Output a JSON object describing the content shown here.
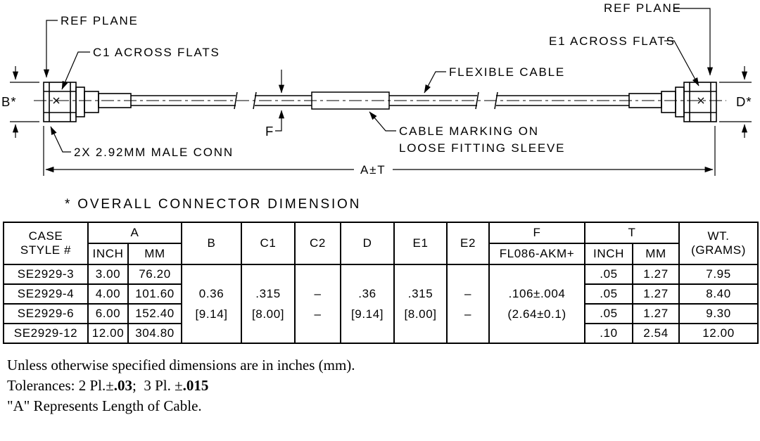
{
  "drawing": {
    "labels": {
      "ref_plane_left": "REF PLANE",
      "ref_plane_right": "REF PLANE",
      "c1_across_flats": "C1 ACROSS FLATS",
      "e1_across_flats": "E1 ACROSS FLATS",
      "flexible_cable": "FLEXIBLE CABLE",
      "cable_marking_line1": "CABLE MARKING ON",
      "cable_marking_line2": "LOOSE FITTING SLEEVE",
      "connector": "2X 2.92MM MALE CONN",
      "dim_b": "B*",
      "dim_d": "D*",
      "dim_f": "F",
      "dim_a": "A±T",
      "footnote": "* OVERALL CONNECTOR DIMENSION"
    }
  },
  "table": {
    "headers": {
      "case_line1": "CASE",
      "case_line2": "STYLE #",
      "a": "A",
      "a_inch": "INCH",
      "a_mm": "MM",
      "b": "B",
      "c1": "C1",
      "c2": "C2",
      "d": "D",
      "e1": "E1",
      "e2": "E2",
      "f": "F",
      "f_sub": "FL086-AKM+",
      "t": "T",
      "t_inch": "INCH",
      "t_mm": "MM",
      "wt_line1": "WT.",
      "wt_line2": "(GRAMS)"
    },
    "rows": [
      {
        "case_style": "SE2929-3",
        "a_inch": "3.00",
        "a_mm": "76.20",
        "t_inch": ".05",
        "t_mm": "1.27",
        "wt": "7.95"
      },
      {
        "case_style": "SE2929-4",
        "a_inch": "4.00",
        "a_mm": "101.60",
        "t_inch": ".05",
        "t_mm": "1.27",
        "wt": "8.40"
      },
      {
        "case_style": "SE2929-6",
        "a_inch": "6.00",
        "a_mm": "152.40",
        "t_inch": ".05",
        "t_mm": "1.27",
        "wt": "9.30"
      },
      {
        "case_style": "SE2929-12",
        "a_inch": "12.00",
        "a_mm": "304.80",
        "t_inch": ".10",
        "t_mm": "2.54",
        "wt": "12.00"
      }
    ],
    "merged": {
      "b": [
        "0.36",
        "[9.14]"
      ],
      "c1": [
        ".315",
        "[8.00]"
      ],
      "c2": [
        "–",
        "–"
      ],
      "d": [
        ".36",
        "[9.14]"
      ],
      "e1": [
        ".315",
        "[8.00]"
      ],
      "e2": [
        "–",
        "–"
      ],
      "f": [
        ".106±.004",
        "(2.64±0.1)"
      ]
    }
  },
  "notes": {
    "line1": "Unless otherwise specified dimensions are in inches (mm).",
    "tol_prefix": "Tolerances: 2 Pl.±",
    "tol_bold1": ".03",
    "tol_mid": ";  3 Pl. ±",
    "tol_bold2": ".015",
    "line3": "\"A\" Represents Length of Cable."
  }
}
